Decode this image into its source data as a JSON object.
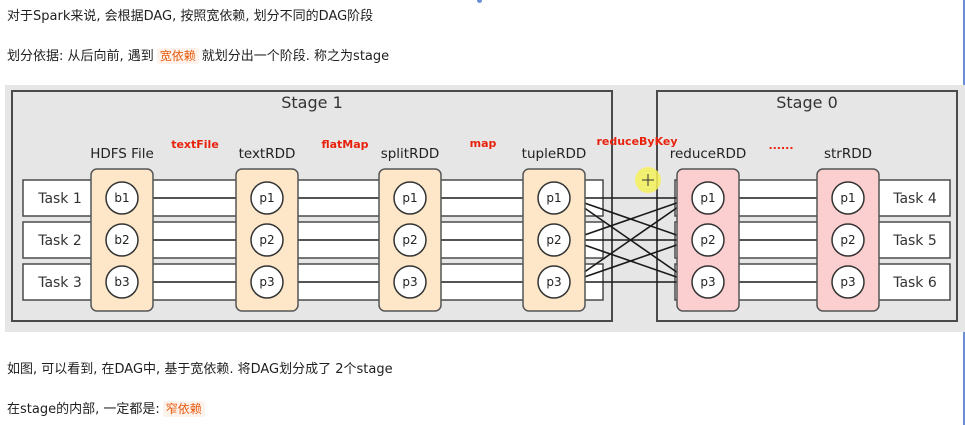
{
  "doc": {
    "line1": "对于Spark来说, 会根据DAG, 按照宽依赖, 划分不同的DAG阶段",
    "line2_prefix": "划分依据: 从后向前, 遇到",
    "line2_highlight": "宽依赖",
    "line2_suffix": "就划分出一个阶段. 称之为stage",
    "line3": "如图, 可以看到, 在DAG中, 基于宽依赖. 将DAG划分成了 2个stage",
    "line4_prefix": "在stage的内部, 一定都是:",
    "line4_highlight": "窄依赖"
  },
  "figure": {
    "stage1_title": "Stage 1",
    "stage0_title": "Stage 0",
    "rdds": [
      {
        "name": "HDFS File",
        "partitions": [
          "b1",
          "b2",
          "b3"
        ],
        "fill": "#fde7c8"
      },
      {
        "name": "textRDD",
        "partitions": [
          "p1",
          "p2",
          "p3"
        ],
        "fill": "#fde7c8"
      },
      {
        "name": "splitRDD",
        "partitions": [
          "p1",
          "p2",
          "p3"
        ],
        "fill": "#fde7c8"
      },
      {
        "name": "tupleRDD",
        "partitions": [
          "p1",
          "p2",
          "p3"
        ],
        "fill": "#fde7c8"
      },
      {
        "name": "reduceRDD",
        "partitions": [
          "p1",
          "p2",
          "p3"
        ],
        "fill": "#fbcfcf"
      },
      {
        "name": "strRDD",
        "partitions": [
          "p1",
          "p2",
          "p3"
        ],
        "fill": "#fbcfcf"
      }
    ],
    "operators": [
      "textFile",
      "flatMap",
      "map",
      "reduceByKey",
      "......"
    ],
    "tasks_left": [
      "Task 1",
      "Task 2",
      "Task 3"
    ],
    "tasks_right": [
      "Task 4",
      "Task 5",
      "Task 6"
    ],
    "colors": {
      "operator": "#e8220c",
      "highlight": "#e8590c",
      "cursor": "#f4f05a",
      "edge": "#6b8fd6"
    }
  }
}
